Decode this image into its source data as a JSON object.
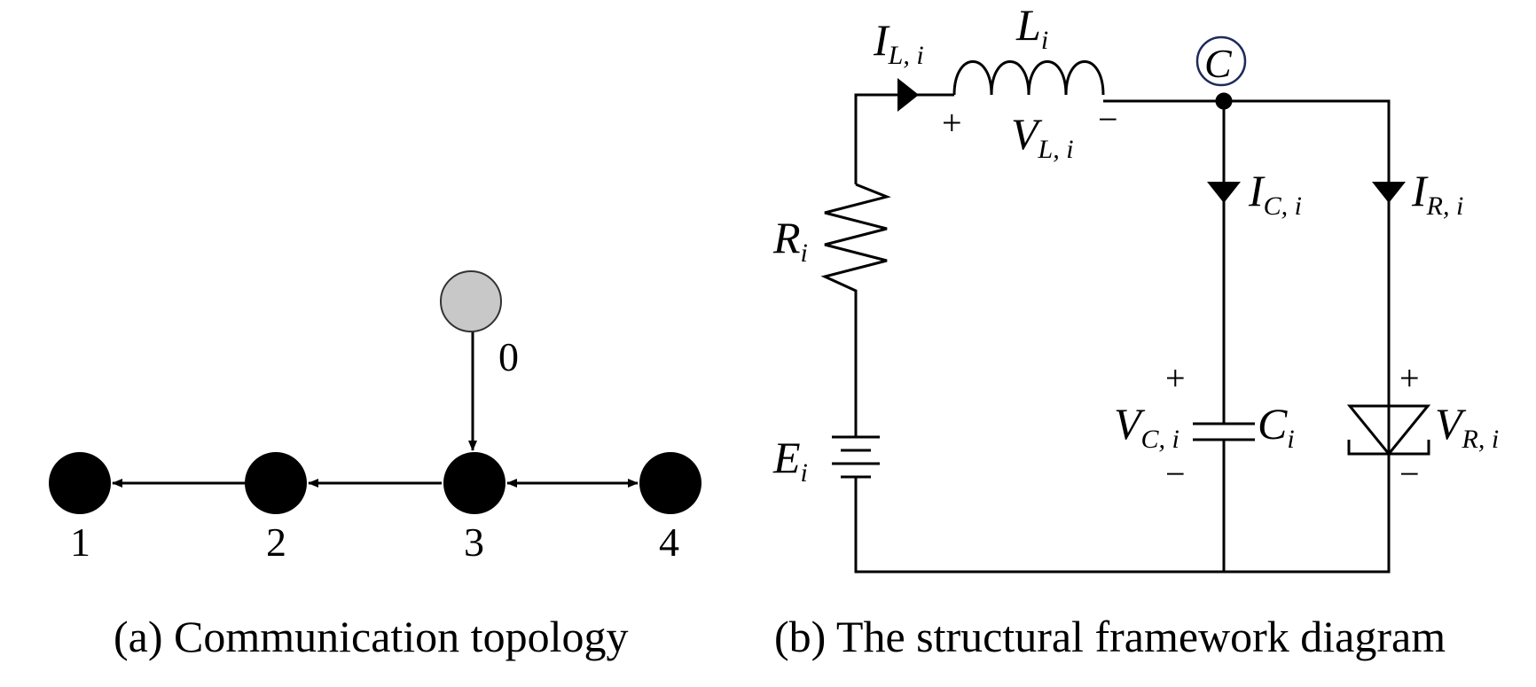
{
  "panel_a": {
    "caption": "(a) Communication topology",
    "leader": {
      "label": "0",
      "color": "#c8c8c8"
    },
    "followers": [
      {
        "id": "node-1",
        "label": "1"
      },
      {
        "id": "node-2",
        "label": "2"
      },
      {
        "id": "node-3",
        "label": "3"
      },
      {
        "id": "node-4",
        "label": "4"
      }
    ],
    "edges": [
      {
        "from": "0",
        "to": "3",
        "direction": "one-way"
      },
      {
        "from": "3",
        "to": "2",
        "direction": "one-way"
      },
      {
        "from": "2",
        "to": "1",
        "direction": "one-way"
      },
      {
        "from": "3",
        "to": "4",
        "direction": "two-way"
      }
    ],
    "follower_color": "#000000"
  },
  "panel_b": {
    "caption": "(b) The structural framework diagram",
    "node_label": "C",
    "labels": {
      "il_main": "I",
      "il_sub": "L, i",
      "l_main": "L",
      "l_sub": "i",
      "vl_main": "V",
      "vl_sub": "L, i",
      "ic_main": "I",
      "ic_sub": "C, i",
      "ir_main": "I",
      "ir_sub": "R, i",
      "r_main": "R",
      "r_sub": "i",
      "e_main": "E",
      "e_sub": "i",
      "vc_main": "V",
      "vc_sub": "C, i",
      "c_main": "C",
      "c_sub": "i",
      "vr_main": "V",
      "vr_sub": "R, i"
    },
    "signs": {
      "vl_plus": "+",
      "vl_minus": "−",
      "vc_plus": "+",
      "vc_minus": "−",
      "vr_plus": "+",
      "vr_minus": "−"
    }
  }
}
